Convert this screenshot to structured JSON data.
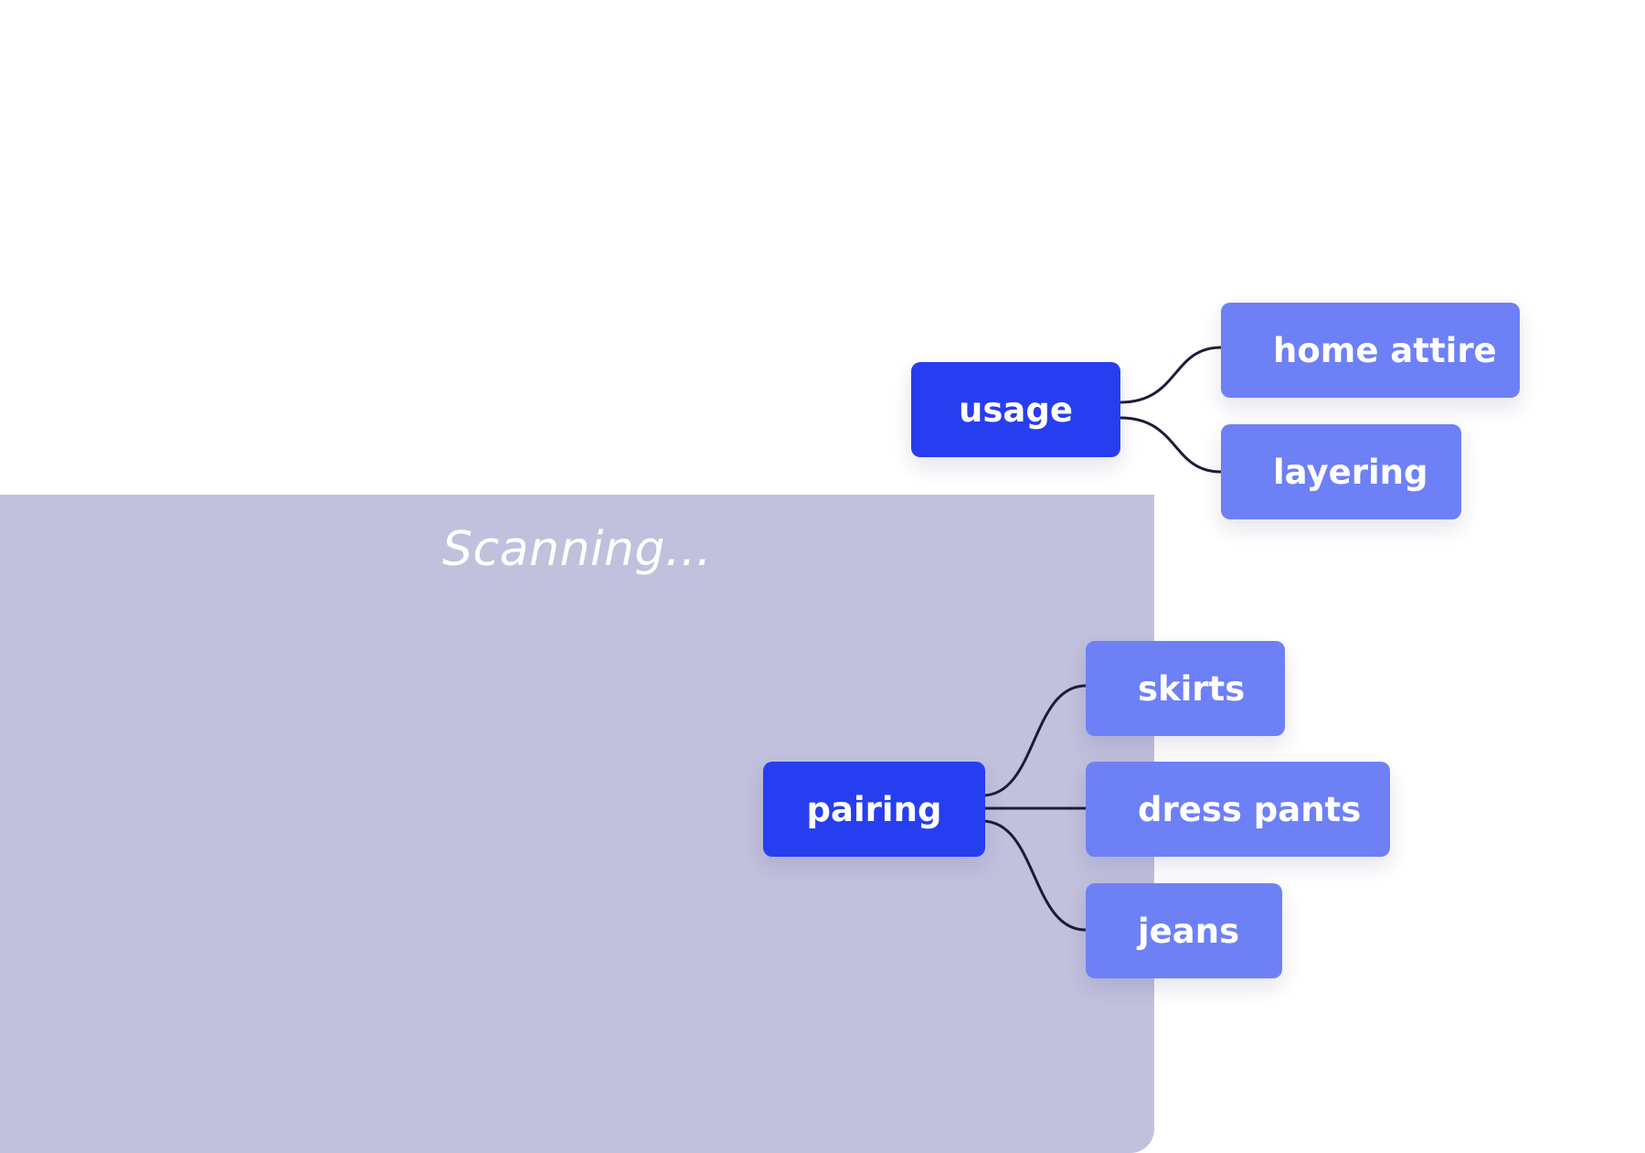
{
  "colors": {
    "parent_node": "#273ef0",
    "child_node": "#6e80f5",
    "overlay_panel": "#c1c1dd",
    "connector": "#1c1c3a"
  },
  "overlay": {
    "status_text": "Scanning..."
  },
  "mindmap": {
    "usage": {
      "label": "usage",
      "children": [
        "home attire",
        "layering"
      ]
    },
    "pairing": {
      "label": "pairing",
      "children": [
        "skirts",
        "dress pants",
        "jeans"
      ]
    }
  }
}
